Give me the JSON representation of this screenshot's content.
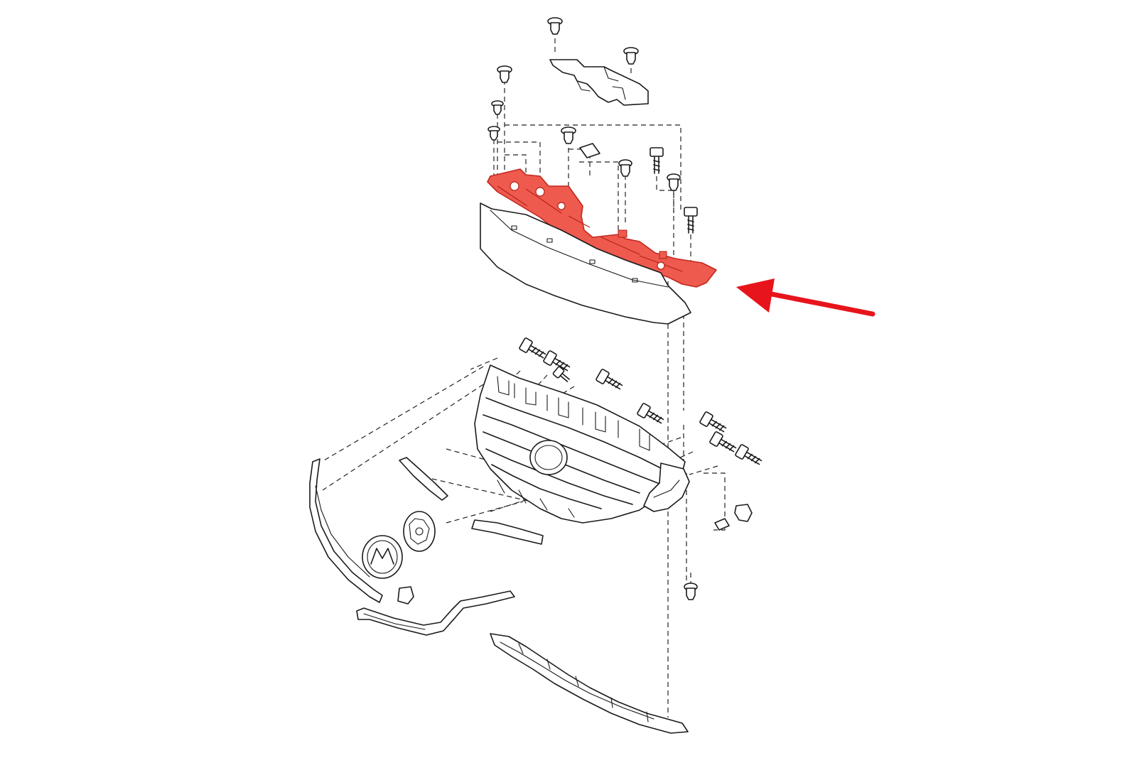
{
  "diagram": {
    "background_color": "#ffffff",
    "line_color": "#1a1a1a",
    "highlight_color": "#e8443a",
    "arrow_color": "#e8141c",
    "parts": [
      "upper-clip-bracket",
      "radiator-grille-upper-seal",
      "grille-upper-trim-panel",
      "radiator-grille",
      "grille-side-molding",
      "grille-lower-molding",
      "emblem-base",
      "front-emblem",
      "grille-lower-chrome-strip",
      "bumper-reinforcement-lower",
      "push-clips",
      "screws"
    ]
  }
}
